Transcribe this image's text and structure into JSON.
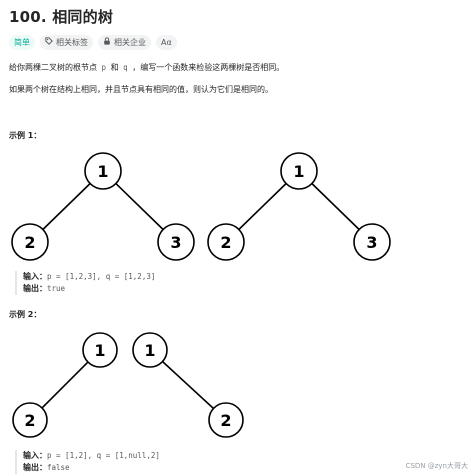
{
  "problem": {
    "title": "100. 相同的树",
    "tags": [
      {
        "label": "简单",
        "icon": ""
      },
      {
        "label": "相关标签",
        "icon": "tag-icon"
      },
      {
        "label": "相关企业",
        "icon": "lock-icon"
      },
      {
        "label": "Aα",
        "icon": ""
      }
    ],
    "desc1_pre": "给你两棵二叉树的根节点",
    "desc1_p": "p",
    "desc1_and": "和",
    "desc1_q": "q",
    "desc1_post": "，编写一个函数来检验这两棵树是否相同。",
    "desc2": "如果两个树在结构上相同，并且节点具有相同的值，则认为它们是相同的。"
  },
  "example1": {
    "title": "示例 1：",
    "tree_left": {
      "root": "1",
      "left": "2",
      "right": "3"
    },
    "tree_right": {
      "root": "1",
      "left": "2",
      "right": "3"
    },
    "input_label": "输入：",
    "input_value": "p = [1,2,3], q = [1,2,3]",
    "output_label": "输出：",
    "output_value": "true"
  },
  "example2": {
    "title": "示例 2：",
    "tree_left": {
      "root": "1",
      "left": "2"
    },
    "tree_right": {
      "root": "1",
      "right": "2"
    },
    "input_label": "输入：",
    "input_value": "p = [1,2], q = [1,null,2]",
    "output_label": "输出：",
    "output_value": "false"
  },
  "watermark": "CSDN @zyn大哥大",
  "colors": {
    "easy": "#00af9b",
    "node_stroke": "#000000"
  }
}
